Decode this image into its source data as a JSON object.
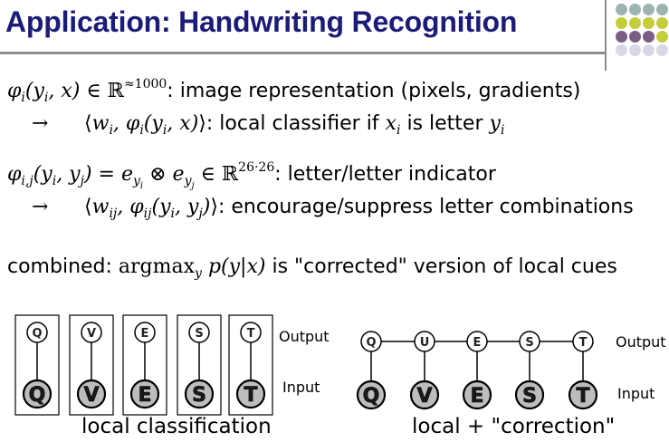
{
  "title": "Application: Handwriting Recognition",
  "decor": {
    "dot_colors": [
      "#9bb4b2",
      "#c4cd3c",
      "#7a5e83",
      "#d7d7e8"
    ]
  },
  "lines": {
    "l1_text": ": image representation (pixels, gradients)",
    "l2_text": ": local classifier if",
    "l2_mid": "is letter",
    "l3_text": ": letter/letter indicator",
    "l4_text": ": encourage/suppress letter combinations",
    "l5_pre": "combined:",
    "l5_post": "is \"corrected\" version of local cues"
  },
  "math": {
    "phi_i": "φ",
    "sup_1000": "≈1000",
    "sup_2626": "26·26",
    "argmax": "argmax"
  },
  "diagram_left": {
    "outputs": [
      "Q",
      "V",
      "E",
      "S",
      "T"
    ],
    "inputs": [
      "Q",
      "V",
      "E",
      "S",
      "T"
    ],
    "output_label": "Output",
    "input_label": "Input",
    "caption": "local classification"
  },
  "diagram_right": {
    "outputs": [
      "Q",
      "U",
      "E",
      "S",
      "T"
    ],
    "inputs": [
      "Q",
      "V",
      "E",
      "S",
      "T"
    ],
    "output_label": "Output",
    "input_label": "Input",
    "caption": "local + \"correction\""
  }
}
